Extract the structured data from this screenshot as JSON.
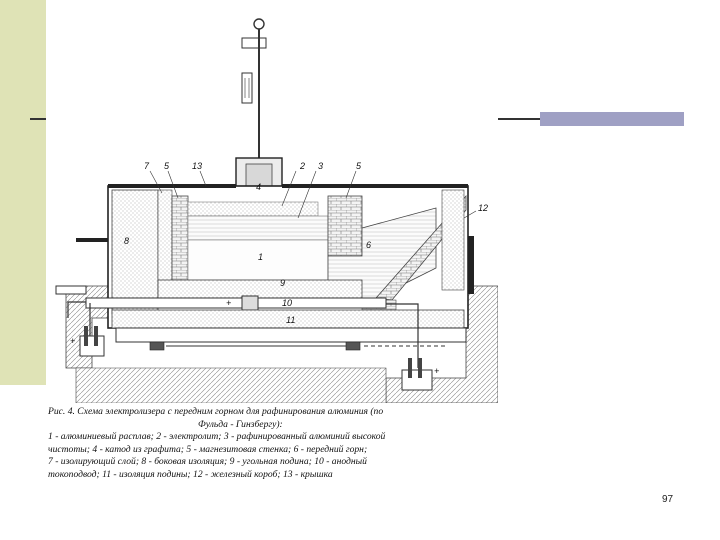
{
  "figure": {
    "caption_lines": [
      "Рис. 4. Схема электролизера с передним горном для рафинирования алюминия (по",
      "Фульда - Гинзбергу):",
      "1 - алюминиевый расплав; 2 - электролит; 3 - рафинированный алюминий высокой",
      "чистоты; 4 - катод из графита; 5 - магнезитовая стенка; 6 - передний горн;",
      "7 - изолирующий слой; 8 - боковая изоляция; 9 - угольная подина; 10 - анодный",
      "токоподвод; 11 - изоляция подины; 12 - железный короб; 13 - крышка"
    ],
    "labels": {
      "l1": "1",
      "l2": "2",
      "l3": "3",
      "l4": "4",
      "l5a": "5",
      "l5b": "5",
      "l6": "6",
      "l7": "7",
      "l8": "8",
      "l9": "9",
      "l10": "10",
      "l11": "11",
      "l12": "12",
      "l13": "13",
      "plus_left": "+",
      "plus_right": "+",
      "plus_bottom": "+"
    }
  },
  "page": {
    "number": "97"
  },
  "colors": {
    "olive": "#dfe3b6",
    "accent_block": "#9fa0c4"
  }
}
